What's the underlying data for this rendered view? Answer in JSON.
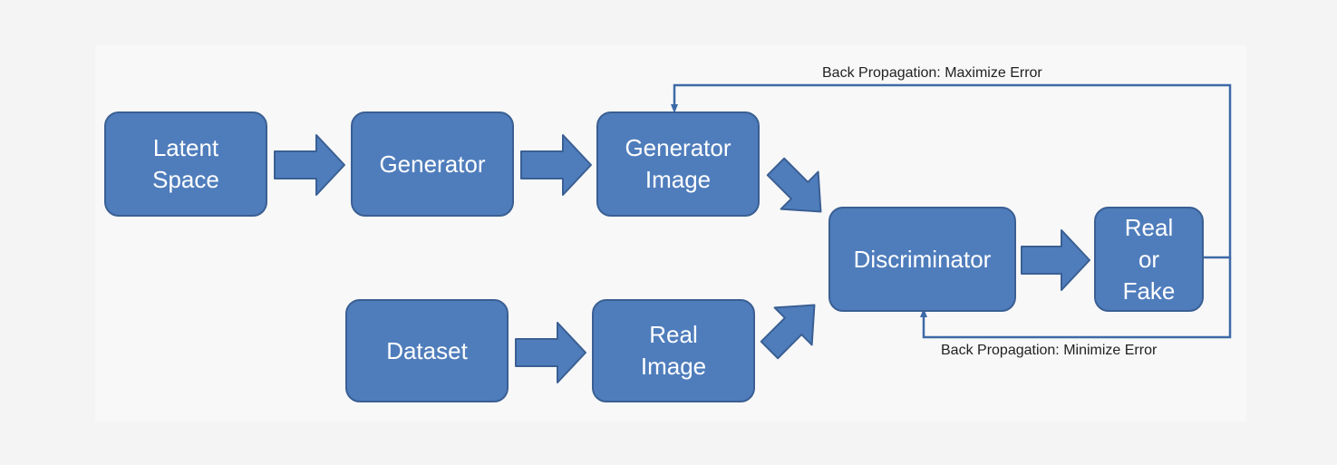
{
  "colors": {
    "node_fill": "#4f7dbc",
    "node_border": "#3a5f93",
    "line": "#3d6aa8",
    "background": "#f4f4f4"
  },
  "nodes": {
    "latent_space": "Latent\nSpace",
    "generator": "Generator",
    "generator_image": "Generator\nImage",
    "dataset": "Dataset",
    "real_image": "Real\nImage",
    "discriminator": "Discriminator",
    "real_or_fake": "Real\nor\nFake"
  },
  "feedback": {
    "maximize": "Back Propagation: Maximize Error",
    "minimize": "Back Propagation: Minimize Error"
  }
}
